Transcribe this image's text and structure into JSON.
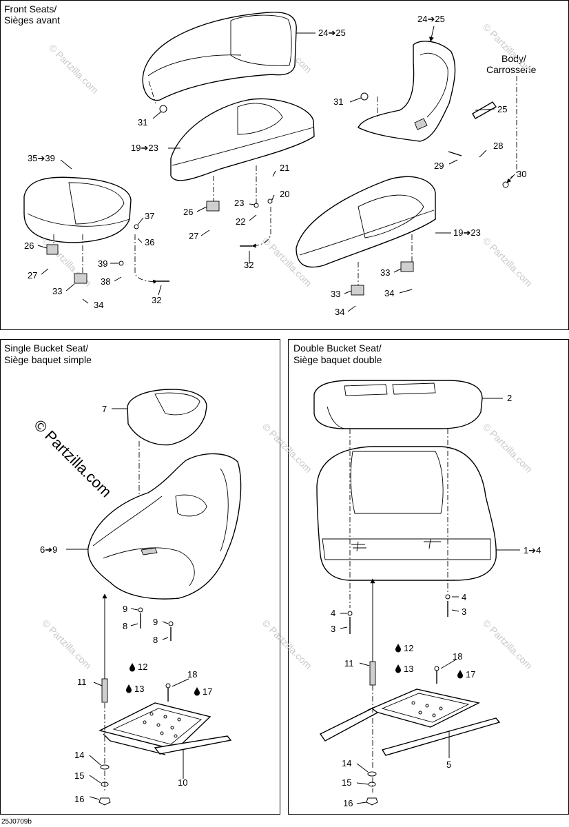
{
  "titles": {
    "front_seats": [
      "Front Seats/",
      "Sièges avant"
    ],
    "single_bucket": [
      "Single Bucket Seat/",
      "Siège baquet simple"
    ],
    "double_bucket": [
      "Double Bucket Seat/",
      "Siège baquet double"
    ],
    "body": [
      "Body/",
      "Carrosserie"
    ]
  },
  "watermark": {
    "main": "© Partzilla.com",
    "faint": "© Partzilla.com"
  },
  "drawing_code": "25J0709b",
  "callouts": {
    "front": {
      "c24_25_a": "24➔25",
      "c24_25_b": "24➔25",
      "c31_a": "31",
      "c31_b": "31",
      "c25": "25",
      "c19_23_a": "19➔23",
      "c19_23_b": "19➔23",
      "c28": "28",
      "c29": "29",
      "c30": "30",
      "c35_39": "35➔39",
      "c21": "21",
      "c23": "23",
      "c20": "20",
      "c22": "22",
      "c26_a": "26",
      "c27_a": "27",
      "c37": "37",
      "c36": "36",
      "c26_b": "26",
      "c39": "39",
      "c38": "38",
      "c27_b": "27",
      "c32_a": "32",
      "c32_b": "32",
      "c33_a": "33",
      "c34_a": "34",
      "c33_b": "33",
      "c34_b": "34",
      "c33_c": "33",
      "c34_c": "34"
    },
    "single": {
      "c7": "7",
      "c6_9": "6➔9",
      "c9_a": "9",
      "c8_a": "8",
      "c9_b": "9",
      "c8_b": "8",
      "c12": "12",
      "c11": "11",
      "c13": "13",
      "c18": "18",
      "c17": "17",
      "c14": "14",
      "c15": "15",
      "c10": "10",
      "c16": "16"
    },
    "double": {
      "c2": "2",
      "c1_4": "1➔4",
      "c4_a": "4",
      "c3_a": "3",
      "c4_b": "4",
      "c3_b": "3",
      "c12": "12",
      "c11": "11",
      "c13": "13",
      "c18": "18",
      "c17": "17",
      "c14": "14",
      "c5": "5",
      "c15": "15",
      "c16": "16"
    }
  },
  "icons": {
    "adhesive": "drop-icon"
  }
}
